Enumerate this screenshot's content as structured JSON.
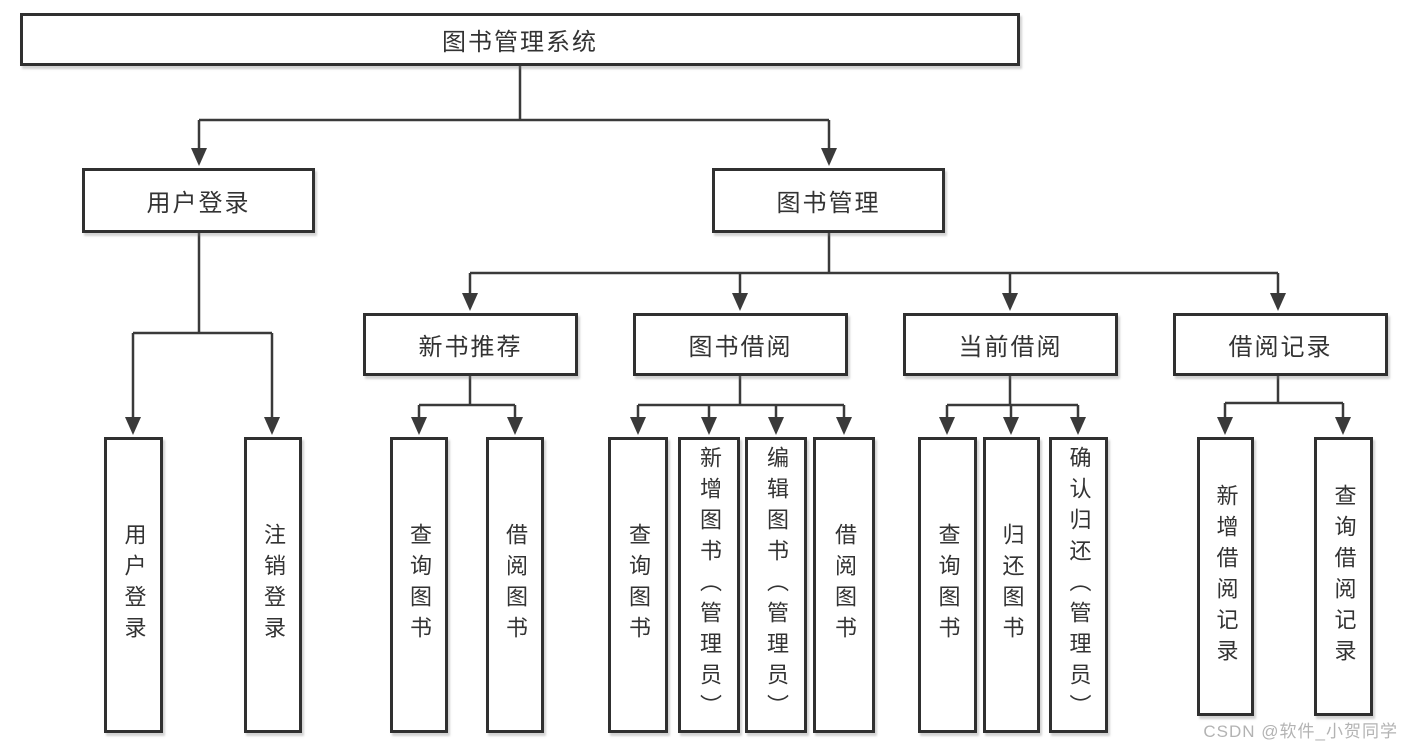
{
  "diagram": {
    "root": {
      "label": "图书管理系统"
    },
    "branches": [
      {
        "label": "用户登录",
        "leaves": [
          "用户登录",
          "注销登录"
        ]
      },
      {
        "label": "图书管理",
        "sub": [
          {
            "label": "新书推荐",
            "leaves": [
              "查询图书",
              "借阅图书"
            ]
          },
          {
            "label": "图书借阅",
            "leaves": [
              "查询图书",
              "新增图书（管理员）",
              "编辑图书（管理员）",
              "借阅图书"
            ]
          },
          {
            "label": "当前借阅",
            "leaves": [
              "查询图书",
              "归还图书",
              "确认归还（管理员）"
            ]
          },
          {
            "label": "借阅记录",
            "leaves": [
              "新增借阅记录",
              "查询借阅记录"
            ]
          }
        ]
      }
    ]
  },
  "watermark": "CSDN @软件_小贺同学",
  "colors": {
    "line": "#3a3a3a",
    "box_border": "#303030",
    "text": "#333333",
    "watermark": "#b3b3b3",
    "background": "#ffffff"
  }
}
